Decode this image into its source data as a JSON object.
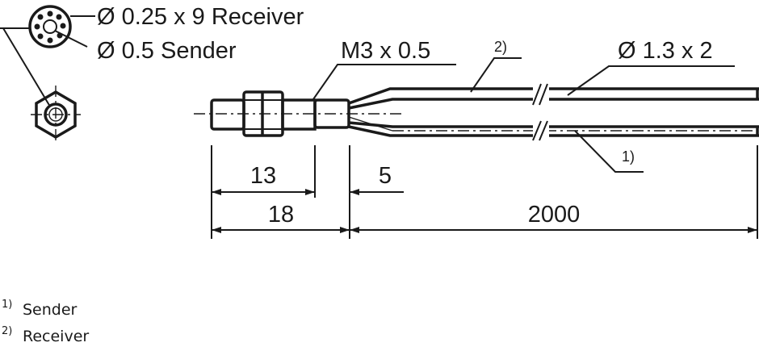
{
  "labels": {
    "receiver_fibers": "Ø 0.25 x 9 Receiver",
    "sender_fiber": "Ø 0.5 Sender",
    "thread": "M3 x 0.5",
    "cable": "Ø 1.3 x 2",
    "ref_receiver": "2)",
    "ref_sender": "1)"
  },
  "dimensions": {
    "thread_length": "13",
    "sleeve_length": "5",
    "head_length": "18",
    "cable_length": "2000"
  },
  "footnotes": [
    {
      "ref": "1)",
      "text": "Sender"
    },
    {
      "ref": "2)",
      "text": "Receiver"
    }
  ]
}
